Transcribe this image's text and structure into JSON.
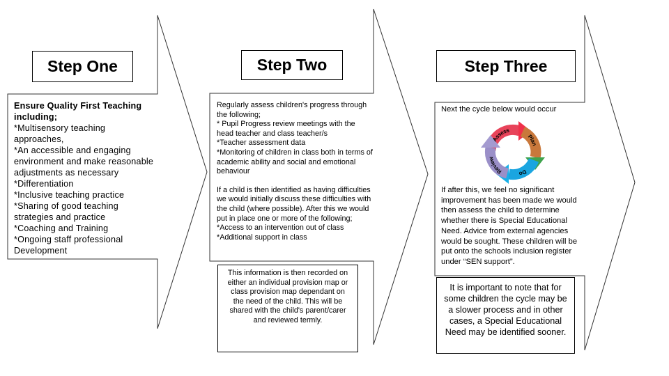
{
  "step_one": {
    "title": "Step One",
    "heading": "Ensure Quality First Teaching including;",
    "items": [
      "*Multisensory teaching approaches,",
      "*An accessible and engaging environment and make reasonable adjustments as necessary",
      "*Differentiation",
      "*Inclusive teaching practice",
      "*Sharing of good teaching strategies and practice",
      "*Coaching and Training",
      "*Ongoing staff professional Development"
    ]
  },
  "step_two": {
    "title": "Step Two",
    "intro": "Regularly assess children's progress through the following;",
    "assess_items": [
      "* Pupil Progress review meetings with the head teacher and class teacher/s",
      "*Teacher assessment data",
      "*Monitoring of children in class both in terms of academic ability and social and emotional behaviour"
    ],
    "followup": "If a child is then identified as having difficulties we would initially discuss these difficulties with the child (where  possible). After this we would put in place one or more of the following;",
    "support_items": [
      "*Access to an intervention out of class",
      "*Additional support in class"
    ],
    "note": "This information is then recorded on either an individual provision map or class provision map dependant on the need of the child. This will be shared with the child's parent/carer and reviewed termly."
  },
  "step_three": {
    "title": "Step Three",
    "intro": "Next the cycle below would occur",
    "cycle": {
      "stages": [
        "Assess",
        "Plan",
        "Do",
        "Review"
      ],
      "colors": [
        "#e8435a",
        "#3fa34d",
        "#1aa5e0",
        "#9a8fc8"
      ]
    },
    "body": "If after this, we feel no significant improvement has been made we would then assess the child to determine whether there is Special Educational Need. Advice from external agencies would be sought. These children will be put onto the schools inclusion register under “SEN support”.",
    "note": "It is important to note that for some children the cycle may be a slower process and in other cases, a Special Educational Need may be identified sooner."
  }
}
